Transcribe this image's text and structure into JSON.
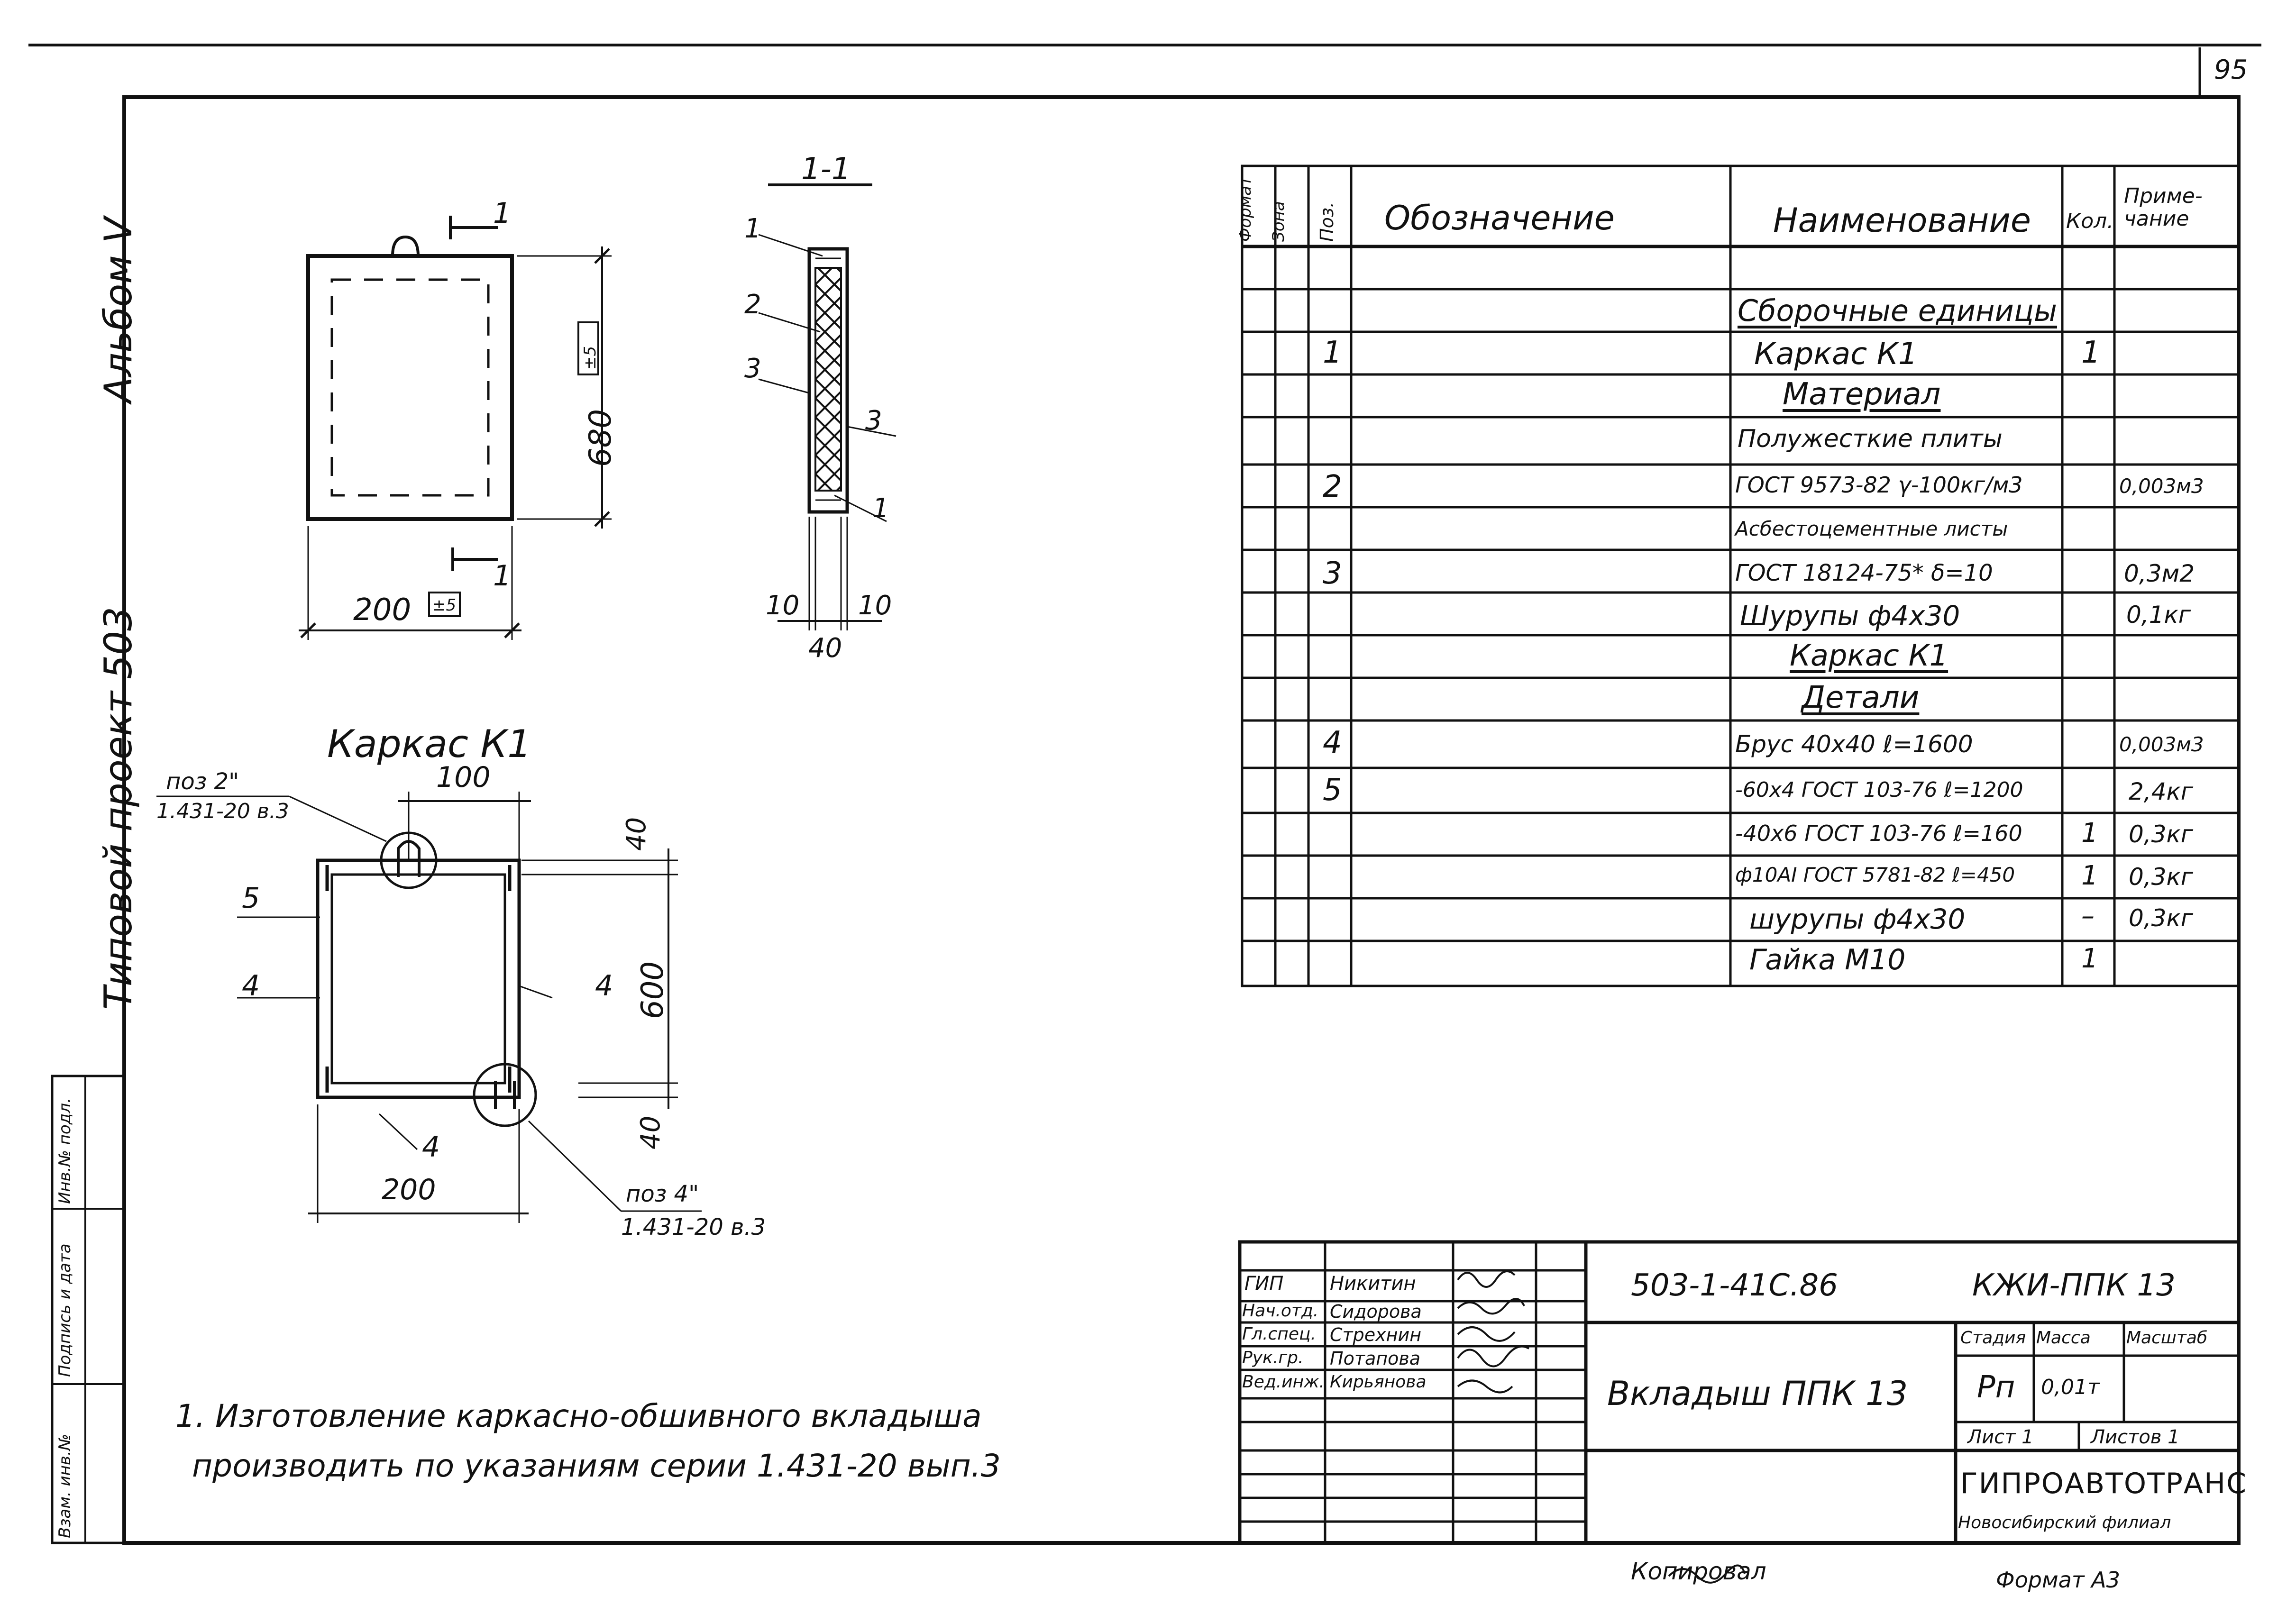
{
  "sheet": {
    "page_number": "95",
    "album": "Альбом V",
    "project": "Типовой проект 503"
  },
  "side_stamp": {
    "cells": [
      "Инв.№ подл.",
      "Подпись и дата",
      "Взам. инв.№"
    ]
  },
  "drawing_front": {
    "mark_section": "1",
    "height_dim": "680",
    "height_tol": "±5",
    "width_dim": "200",
    "width_tol": "±5"
  },
  "drawing_section": {
    "title": "1-1",
    "callouts": [
      "1",
      "2",
      "3",
      "3",
      "1"
    ],
    "dim_left": "10",
    "dim_right": "10",
    "dim_total": "40"
  },
  "drawing_frame": {
    "title": "Каркас К1",
    "top_dim": "100",
    "dim_40_top": "40",
    "dim_600": "600",
    "dim_40_bottom": "40",
    "bottom_dim": "200",
    "ref_top_line1": "поз 2\"",
    "ref_top_line2": "1.431-20 в.3",
    "ref_bottom_line1": "поз 4\"",
    "ref_bottom_line2": "1.431-20 в.3",
    "pos_5": "5",
    "pos_4_left": "4",
    "pos_4_right": "4",
    "pos_4_bottom": "4"
  },
  "spec_table": {
    "headers": {
      "format": "Формат",
      "zone": "Зона",
      "pos": "Поз.",
      "designation": "Обозначение",
      "name": "Наименование",
      "qty": "Кол.",
      "note_line1": "Приме-",
      "note_line2": "чание"
    },
    "rows": [
      {
        "pos": "",
        "name": "",
        "qty": "",
        "note": "",
        "section": false
      },
      {
        "pos": "",
        "name": "Сборочные единицы",
        "qty": "",
        "note": "",
        "section": true
      },
      {
        "pos": "1",
        "name": "Каркас   К1",
        "qty": "1",
        "note": "",
        "section": false
      },
      {
        "pos": "",
        "name": "Материал",
        "qty": "",
        "note": "",
        "section": true
      },
      {
        "pos": "",
        "name": "Полужесткие плиты",
        "qty": "",
        "note": "",
        "section": false
      },
      {
        "pos": "2",
        "name": "ГОСТ 9573-82  γ-100кг/м3",
        "qty": "",
        "note": "0,003м3",
        "section": false
      },
      {
        "pos": "",
        "name": "Асбестоцементные листы",
        "qty": "",
        "note": "",
        "section": false
      },
      {
        "pos": "3",
        "name": "ГОСТ 18124-75*  δ=10",
        "qty": "",
        "note": "0,3м2",
        "section": false
      },
      {
        "pos": "",
        "name": "Шурупы ф4х30",
        "qty": "",
        "note": "0,1кг",
        "section": false
      },
      {
        "pos": "",
        "name": "Каркас К1",
        "qty": "",
        "note": "",
        "section": true
      },
      {
        "pos": "",
        "name": "Детали",
        "qty": "",
        "note": "",
        "section": true
      },
      {
        "pos": "4",
        "name": "Брус 40х40   ℓ=1600",
        "qty": "",
        "note": "0,003м3",
        "section": false
      },
      {
        "pos": "5",
        "name": "-60х4 ГОСТ 103-76 ℓ=1200",
        "qty": "",
        "note": "2,4кг",
        "section": false
      },
      {
        "pos": "",
        "name": "-40х6 ГОСТ 103-76  ℓ=160",
        "qty": "1",
        "note": "0,3кг",
        "section": false
      },
      {
        "pos": "",
        "name": "ф10АI ГОСТ 5781-82 ℓ=450",
        "qty": "1",
        "note": "0,3кг",
        "section": false
      },
      {
        "pos": "",
        "name": "шурупы ф4х30",
        "qty": "–",
        "note": "0,3кг",
        "section": false
      },
      {
        "pos": "",
        "name": "Гайка М10",
        "qty": "1",
        "note": "",
        "section": false
      }
    ]
  },
  "note": {
    "line1": "1. Изготовление каркасно-обшивного вкладыша",
    "line2": "производить по указаниям   серии 1.431-20 вып.3"
  },
  "title_block": {
    "doc_code": "503-1-41С.86",
    "doc_mark": "КЖИ-ППК 13",
    "title": "Вкладыш ППК 13",
    "stage_label": "Стадия",
    "mass_label": "Масса",
    "scale_label": "Масштаб",
    "stage": "Рп",
    "mass": "0,01т",
    "sheet_label": "Лист 1",
    "sheets_label": "Листов 1",
    "org": "ГИПРОАВТОТРАНС",
    "org_branch": "Новосибирский филиал",
    "people": [
      {
        "role": "ГИП",
        "name": "Никитин"
      },
      {
        "role": "Нач.отд.",
        "name": "Сидорова"
      },
      {
        "role": "Гл.спец.",
        "name": "Стрехнин"
      },
      {
        "role": "Рук.гр.",
        "name": "Потапова"
      },
      {
        "role": "Вед.инж.",
        "name": "Кирьянова"
      }
    ]
  },
  "footer": {
    "copied": "Копировал",
    "format": "Формат А3"
  }
}
